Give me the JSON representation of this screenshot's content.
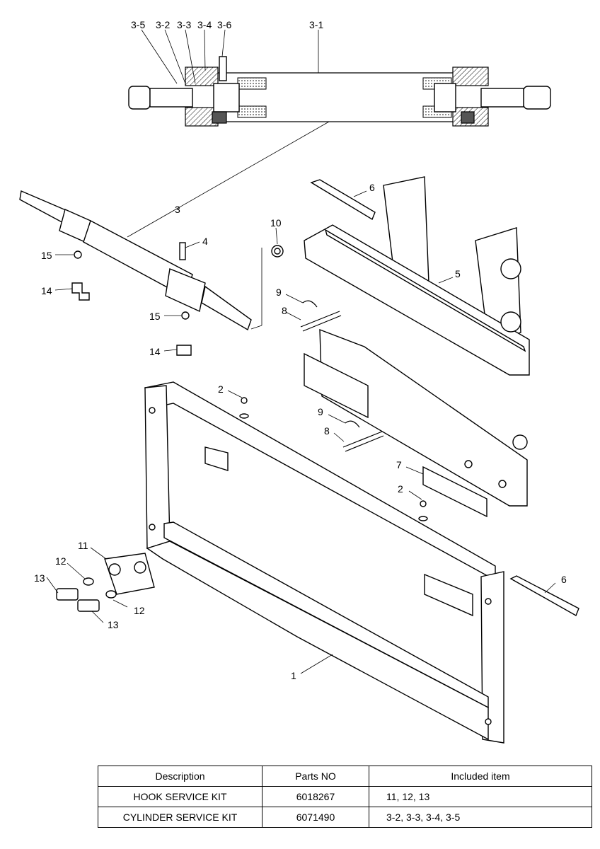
{
  "callouts": {
    "c3_5": "3-5",
    "c3_2": "3-2",
    "c3_3": "3-3",
    "c3_4": "3-4",
    "c3_6": "3-6",
    "c3_1": "3-1",
    "c3": "3",
    "c4": "4",
    "c15a": "15",
    "c14a": "14",
    "c15b": "15",
    "c14b": "14",
    "c6a": "6",
    "c10": "10",
    "c9a": "9",
    "c8a": "8",
    "c5": "5",
    "c2a": "2",
    "c9b": "9",
    "c8b": "8",
    "c7": "7",
    "c2b": "2",
    "c11": "11",
    "c12a": "12",
    "c13a": "13",
    "c12b": "12",
    "c13b": "13",
    "c6b": "6",
    "c1": "1"
  },
  "table": {
    "headers": [
      "Description",
      "Parts NO",
      "Included item"
    ],
    "rows": [
      [
        "HOOK SERVICE KIT",
        "6018267",
        "11, 12, 13"
      ],
      [
        "CYLINDER SERVICE KIT",
        "6071490",
        "3-2, 3-3, 3-4, 3-5"
      ]
    ]
  }
}
